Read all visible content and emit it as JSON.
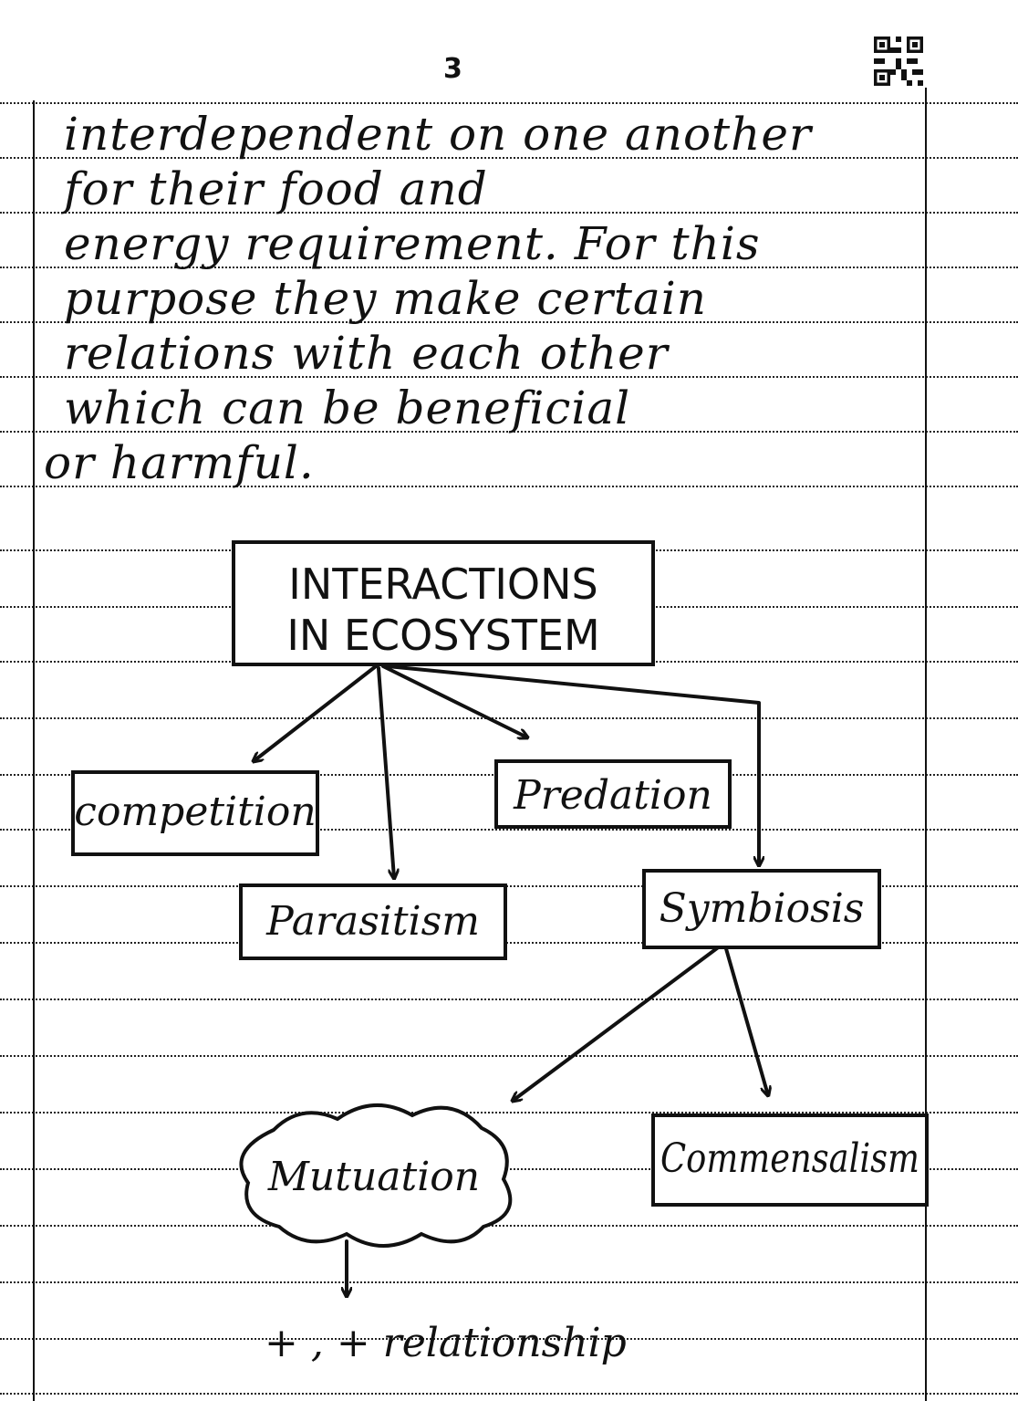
{
  "page": {
    "number": "3"
  },
  "paragraph": {
    "lines": [
      "interdependent  on  one  another",
      "for  their  food  and",
      "energy  requirement. For  this",
      "purpose  they  make  certain",
      "relations  with  each  other",
      "which  can  be  beneficial",
      "or  harmful."
    ]
  },
  "diagram": {
    "root": {
      "line1": "INTERACTIONS",
      "line2": "IN ECOSYSTEM"
    },
    "nodes": {
      "competition": "competition",
      "predation": "Predation",
      "parasitism": "Parasitism",
      "symbiosis": "Symbiosis",
      "mutuation": "Mutuation",
      "commensalism": "Commensalism"
    },
    "note": "+ , +  relationship"
  }
}
